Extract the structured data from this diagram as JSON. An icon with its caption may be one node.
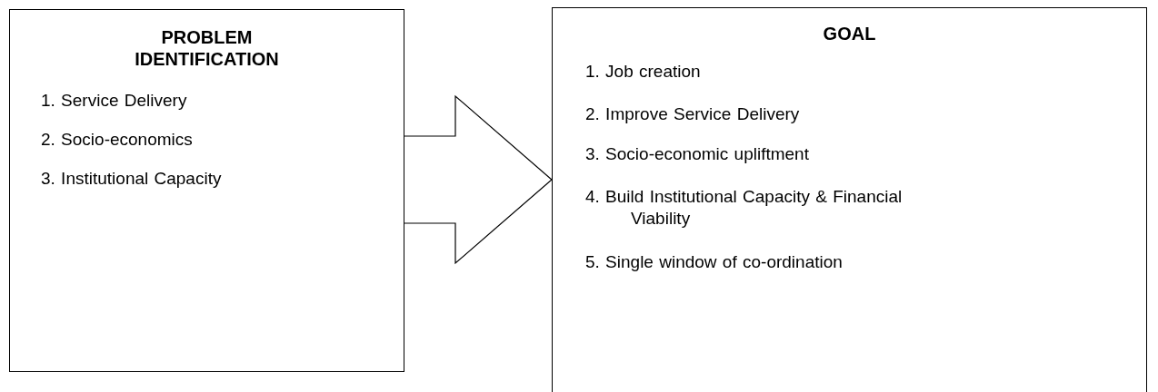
{
  "diagram": {
    "nodes": [
      {
        "text": [
          "PROBLEM IDENTIFICATION",
          "1. Service Delivery",
          "2. Socio-economics",
          "3. Institutional Capacity"
        ]
      },
      {
        "text": [
          "GOAL",
          "1. Job creation",
          "2. Improve Service Delivery",
          "3. Socio-economic upliftment",
          "4. Build Institutional Capacity & Financial Viability",
          "5. Single window of co-ordination"
        ]
      }
    ],
    "edges": [
      {
        "from": 0,
        "to": 1,
        "arrow": "to",
        "style": "thick"
      }
    ]
  }
}
